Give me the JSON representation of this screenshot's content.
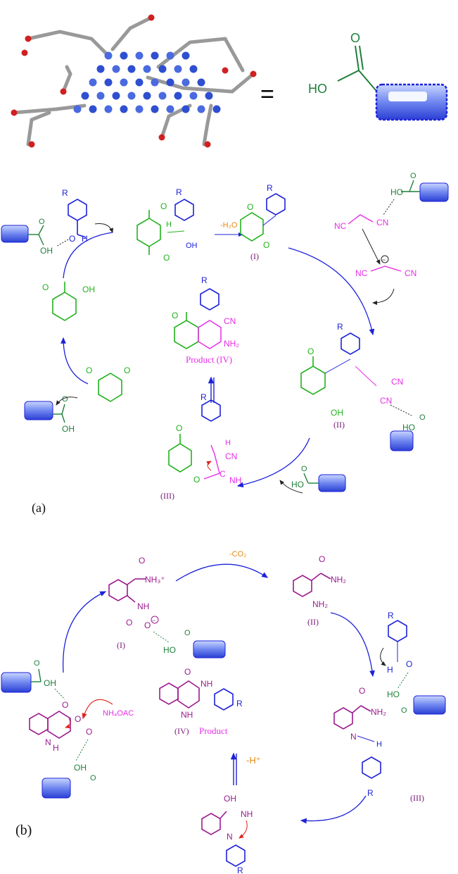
{
  "colors": {
    "purple": "#9b1c8f",
    "magenta": "#e62ee6",
    "green": "#22b21d",
    "darkgreen": "#1f7f3a",
    "blue": "#1d22d8",
    "red": "#e0221b",
    "orange": "#e38a10",
    "darkpurple": "#7a1a7a"
  },
  "top": {
    "equals": "=",
    "oxygen": "O",
    "ho": "HO"
  },
  "panel_a": {
    "letter": "(a)",
    "minus_water": "-H₂O",
    "label_I": "(I)",
    "label_II": "(II)",
    "label_III": "(III)",
    "product_label": "Product (IV)",
    "cn": "CN",
    "nc": "NC",
    "nh2": "NH₂",
    "nh": "NH",
    "oh": "OH",
    "ho": "HO",
    "o": "O",
    "h": "H",
    "r": "R",
    "c": "C",
    "minus": "−"
  },
  "panel_b": {
    "letter": "(b)",
    "minus_co2": "-CO₂",
    "label_I": "(I)",
    "label_II": "(II)",
    "label_III": "(III)",
    "label_IV": "(IV)",
    "product": "Product",
    "minus_h": "-H⁺",
    "nh4oac": "NH₄OAC",
    "nh3plus": "NH₃⁺",
    "nh2": "NH₂",
    "nh": "NH",
    "n": "N",
    "oh": "OH",
    "ho": "HO",
    "o": "O",
    "h": "H",
    "r": "R",
    "minus": "−"
  }
}
